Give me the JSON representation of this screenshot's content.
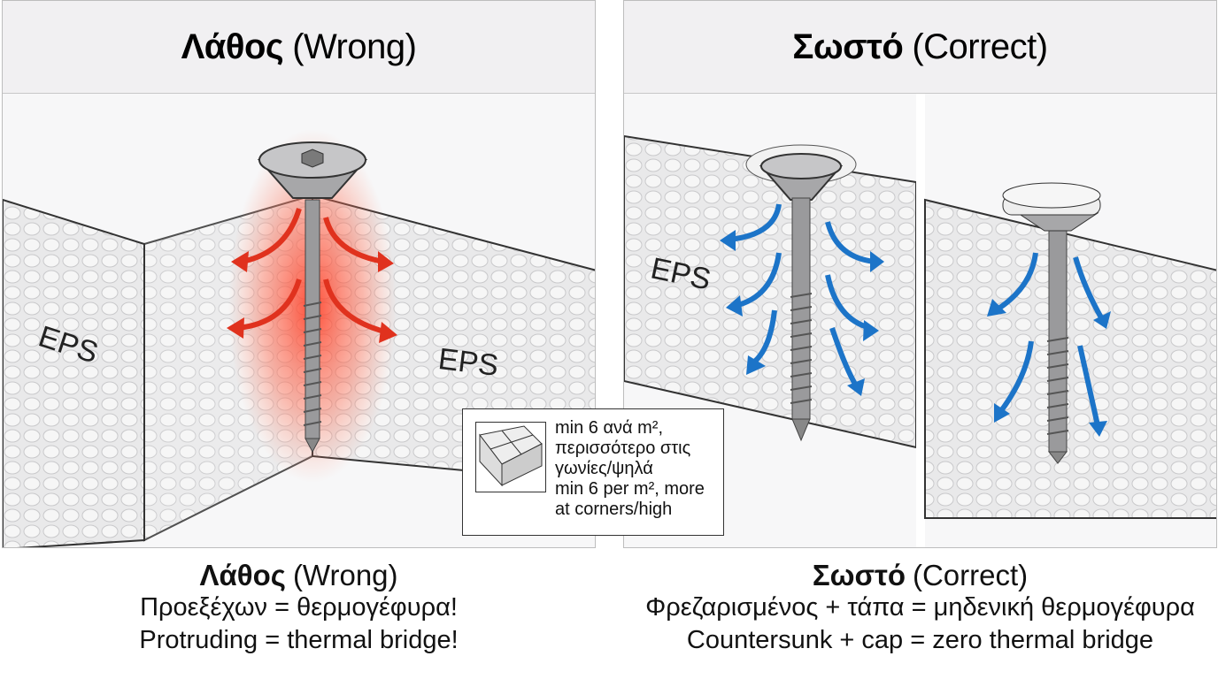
{
  "left": {
    "title_bold": "Λάθος",
    "title_rest": "(Wrong)",
    "label_left": "EPS",
    "label_right": "EPS",
    "caption": {
      "title_bold": "Λάθος",
      "title_rest": "(Wrong)",
      "line1": "Προεξέχων = θερμογέφυρα!",
      "line2": "Protruding = thermal bridge!"
    },
    "arrow_color": "#e0321e"
  },
  "right": {
    "title_bold": "Σωστό",
    "title_rest": "(Correct)",
    "label": "EPS",
    "caption": {
      "title_bold": "Σωστό",
      "title_rest": "(Correct)",
      "line1": "Φρεζαρισμένος + τάπα = μηδενική θερμογέφυρα",
      "line2": "Countersunk + cap = zero thermal bridge"
    },
    "arrow_color": "#1c74c8"
  },
  "legend": {
    "line1": "min 6 ανά m²,",
    "line2": "περισσότερο στις",
    "line3": "γωνίες/ψηλά",
    "line4": "min 6 per m², more",
    "line5": "at corners/high"
  }
}
